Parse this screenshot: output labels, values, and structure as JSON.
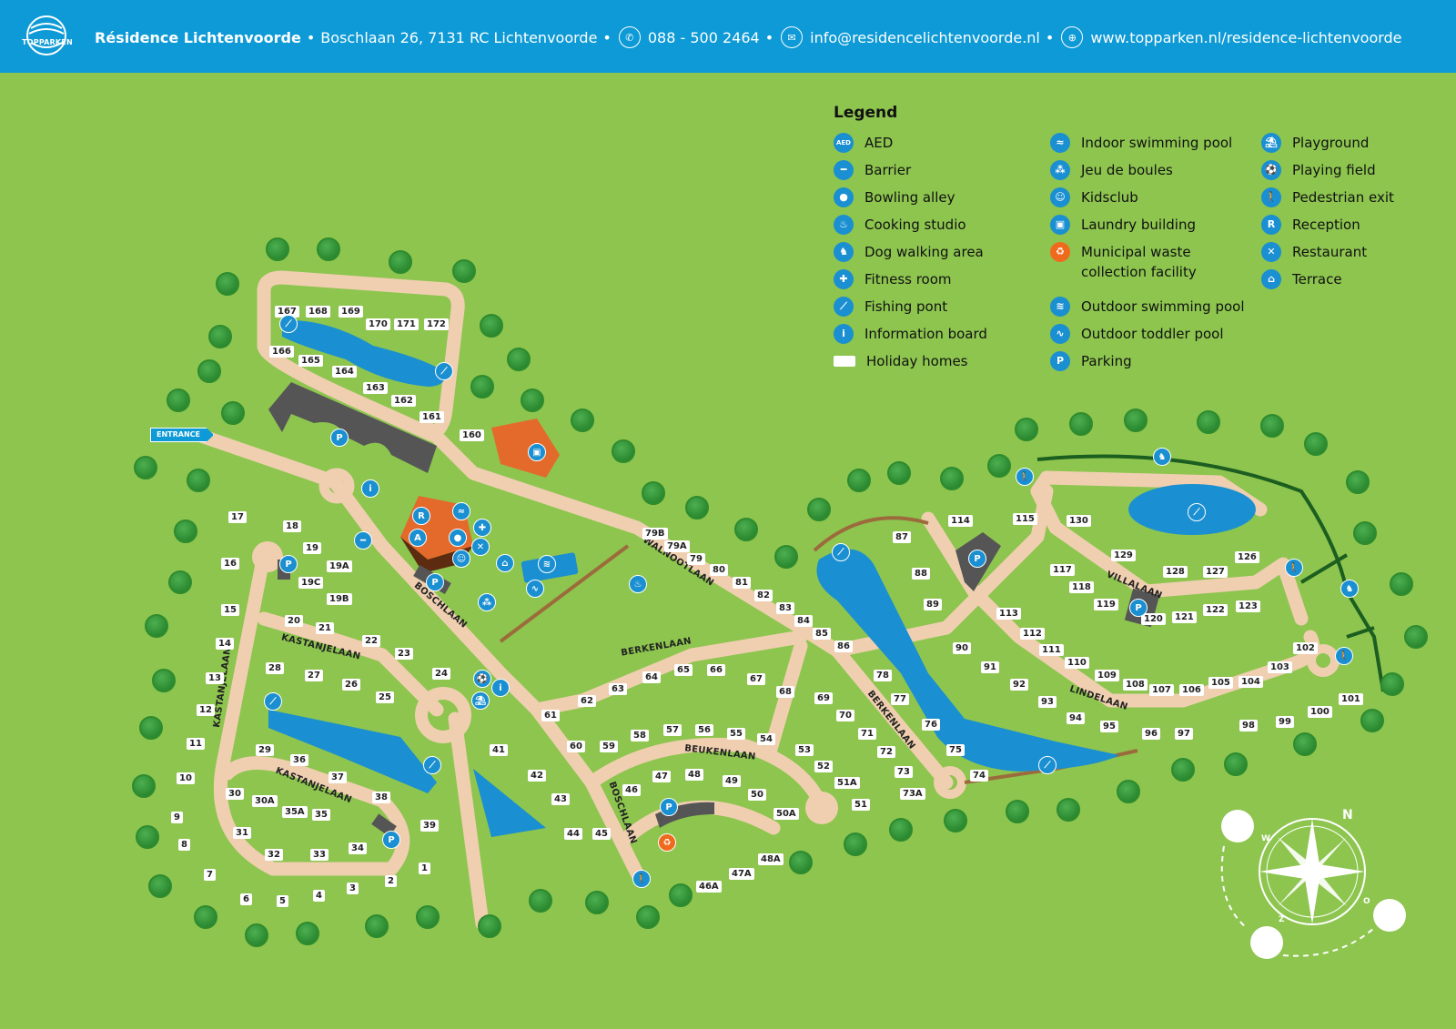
{
  "header": {
    "logo_text": "TOPPARKEN",
    "park_name": "Résidence Lichtenvoorde",
    "address": "Boschlaan 26, 7131 RC Lichtenvoorde",
    "phone": "088 - 500 2464",
    "email": "info@residencelichtenvoorde.nl",
    "website": "www.topparken.nl/residence-lichtenvoorde",
    "separator": "•"
  },
  "legend": {
    "title": "Legend",
    "items": [
      {
        "label": "AED",
        "icon": "aed-icon",
        "glyph": "AED"
      },
      {
        "label": "Barrier",
        "icon": "barrier-icon",
        "glyph": "━"
      },
      {
        "label": "Bowling alley",
        "icon": "bowling-icon",
        "glyph": "●"
      },
      {
        "label": "Cooking studio",
        "icon": "cooking-icon",
        "glyph": "♨"
      },
      {
        "label": "Dog walking area",
        "icon": "dog-icon",
        "glyph": "♞"
      },
      {
        "label": "Fitness room",
        "icon": "fitness-icon",
        "glyph": "✚"
      },
      {
        "label": "Fishing pont",
        "icon": "fishing-icon",
        "glyph": "⟋"
      },
      {
        "label": "Information board",
        "icon": "info-icon",
        "glyph": "i"
      },
      {
        "label": "Holiday homes",
        "icon": "holiday-home-icon",
        "glyph": ""
      },
      {
        "label": "Indoor swimming pool",
        "icon": "indoor-pool-icon",
        "glyph": "≈"
      },
      {
        "label": "Jeu de boules",
        "icon": "boules-icon",
        "glyph": "⁂"
      },
      {
        "label": "Kidsclub",
        "icon": "kidsclub-icon",
        "glyph": "☺"
      },
      {
        "label": "Laundry building",
        "icon": "laundry-icon",
        "glyph": "▣"
      },
      {
        "label": "Municipal waste collection facility",
        "icon": "waste-icon",
        "glyph": "♻"
      },
      {
        "label": "Outdoor swimming pool",
        "icon": "outdoor-pool-icon",
        "glyph": "≋"
      },
      {
        "label": "Outdoor toddler pool",
        "icon": "toddler-pool-icon",
        "glyph": "∿"
      },
      {
        "label": "Parking",
        "icon": "parking-icon",
        "glyph": "P"
      },
      {
        "label": "Playground",
        "icon": "playground-icon",
        "glyph": "⛱"
      },
      {
        "label": "Playing field",
        "icon": "playing-field-icon",
        "glyph": "⚽"
      },
      {
        "label": "Pedestrian exit",
        "icon": "pedestrian-icon",
        "glyph": "🚶"
      },
      {
        "label": "Reception",
        "icon": "reception-icon",
        "glyph": "R"
      },
      {
        "label": "Restaurant",
        "icon": "restaurant-icon",
        "glyph": "✕"
      },
      {
        "label": "Terrace",
        "icon": "terrace-icon",
        "glyph": "⌂"
      }
    ]
  },
  "map": {
    "entrance_label": "ENTRANCE",
    "streets": [
      "WALNOOTLAAN",
      "BOSCHLAAN",
      "KASTANJELAAN",
      "BERKENLAAN",
      "BEUKENLAAN",
      "VILLALAAN",
      "LINDELAAN"
    ],
    "house_numbers": [
      "1",
      "2",
      "3",
      "4",
      "5",
      "6",
      "7",
      "8",
      "9",
      "10",
      "11",
      "12",
      "13",
      "14",
      "15",
      "16",
      "17",
      "18",
      "19",
      "19A",
      "19B",
      "19C",
      "20",
      "21",
      "22",
      "23",
      "24",
      "25",
      "26",
      "27",
      "28",
      "29",
      "30",
      "30A",
      "31",
      "32",
      "33",
      "34",
      "35",
      "35A",
      "36",
      "37",
      "38",
      "39",
      "41",
      "42",
      "43",
      "44",
      "45",
      "46",
      "46A",
      "47",
      "47A",
      "48",
      "48A",
      "49",
      "50",
      "50A",
      "51",
      "51A",
      "52",
      "53",
      "54",
      "55",
      "56",
      "57",
      "58",
      "59",
      "60",
      "61",
      "62",
      "63",
      "64",
      "65",
      "66",
      "67",
      "68",
      "69",
      "70",
      "71",
      "72",
      "73",
      "73A",
      "74",
      "75",
      "76",
      "77",
      "78",
      "79",
      "79A",
      "79B",
      "80",
      "81",
      "82",
      "83",
      "84",
      "85",
      "86",
      "87",
      "88",
      "89",
      "90",
      "91",
      "92",
      "93",
      "94",
      "95",
      "96",
      "97",
      "98",
      "99",
      "100",
      "101",
      "102",
      "103",
      "104",
      "105",
      "106",
      "107",
      "108",
      "109",
      "110",
      "111",
      "112",
      "113",
      "114",
      "115",
      "117",
      "118",
      "119",
      "120",
      "121",
      "122",
      "123",
      "126",
      "127",
      "128",
      "129",
      "130",
      "160",
      "161",
      "162",
      "163",
      "164",
      "165",
      "166",
      "167",
      "168",
      "169",
      "170",
      "171",
      "172"
    ],
    "compass_letters": {
      "north": "N",
      "east": "O",
      "south": "Z",
      "west": "W"
    }
  },
  "colors": {
    "header_blue": "#0d9ad6",
    "grass": "#8bc34a",
    "road": "#f0cfb0",
    "water": "#1a8fd1",
    "icon_blue": "#1a8fd1",
    "tree": "#2e8b2e",
    "building_orange": "#e46a2c",
    "path_brown": "#9c6b3c",
    "dog_trail": "#1b5e20"
  }
}
